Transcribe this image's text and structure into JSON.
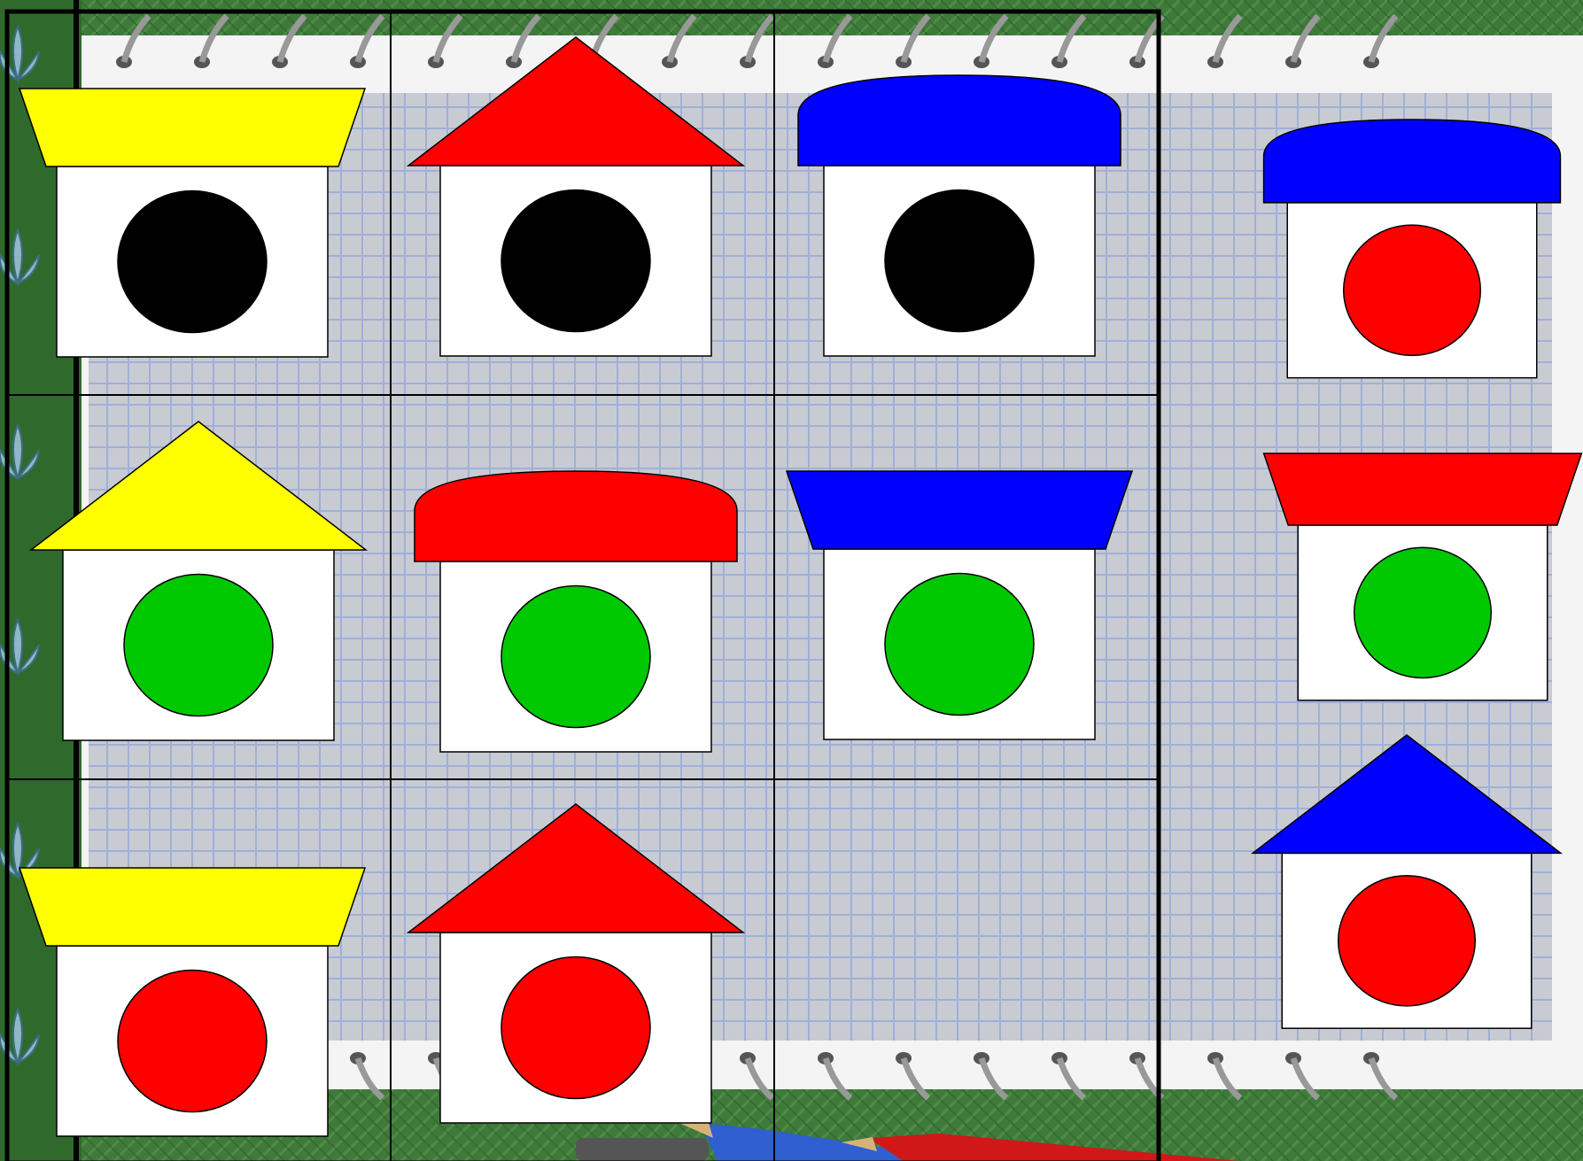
{
  "puzzle": {
    "grid": {
      "rows": 3,
      "cols": 3,
      "cells": [
        {
          "row": 0,
          "col": 0,
          "roof": "trapezoid",
          "roof_color": "yellow",
          "window_color": "black"
        },
        {
          "row": 0,
          "col": 1,
          "roof": "triangle",
          "roof_color": "red",
          "window_color": "black"
        },
        {
          "row": 0,
          "col": 2,
          "roof": "dome",
          "roof_color": "blue",
          "window_color": "black"
        },
        {
          "row": 1,
          "col": 0,
          "roof": "triangle",
          "roof_color": "yellow",
          "window_color": "green"
        },
        {
          "row": 1,
          "col": 1,
          "roof": "dome",
          "roof_color": "red",
          "window_color": "green"
        },
        {
          "row": 1,
          "col": 2,
          "roof": "trapezoid",
          "roof_color": "blue",
          "window_color": "green"
        },
        {
          "row": 2,
          "col": 0,
          "roof": "trapezoid",
          "roof_color": "yellow",
          "window_color": "red"
        },
        {
          "row": 2,
          "col": 1,
          "roof": "triangle",
          "roof_color": "red",
          "window_color": "red"
        },
        {
          "row": 2,
          "col": 2,
          "roof": null,
          "roof_color": null,
          "window_color": null
        }
      ]
    },
    "options": [
      {
        "roof": "dome",
        "roof_color": "blue",
        "window_color": "red"
      },
      {
        "roof": "trapezoid",
        "roof_color": "red",
        "window_color": "green"
      },
      {
        "roof": "triangle",
        "roof_color": "blue",
        "window_color": "red"
      }
    ]
  },
  "colors": {
    "yellow": "#ffff00",
    "red": "#ff0000",
    "blue": "#0000ff",
    "green": "#00c800",
    "black": "#000000",
    "background_green": "#3f7a3a",
    "paper": "#c9cbd3",
    "grid_line": "#9fb0d8"
  },
  "icons": {
    "background": "spiral-notebook-on-green",
    "pencils": "pencils-bottom"
  }
}
